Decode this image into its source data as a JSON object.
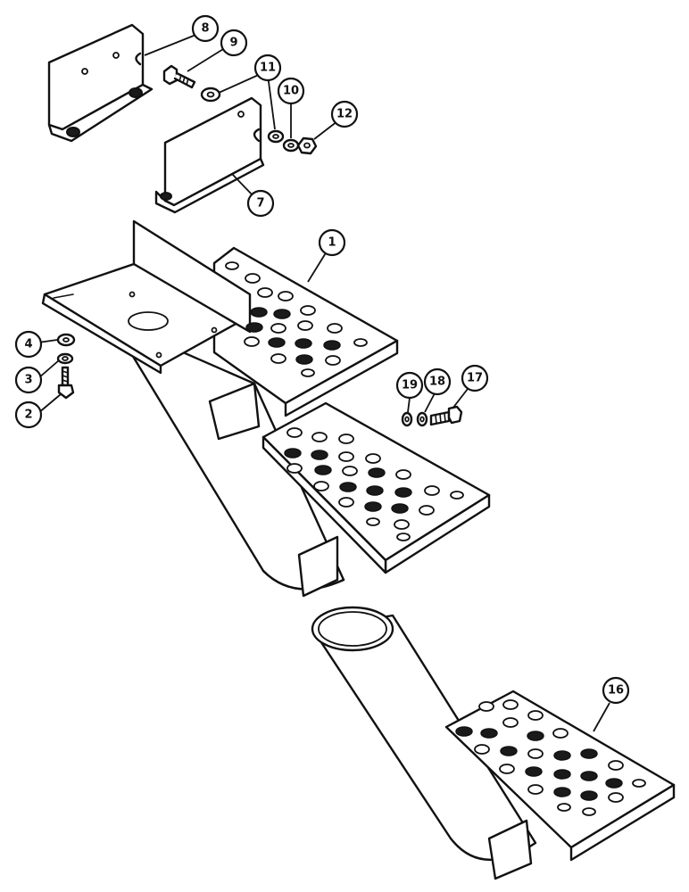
{
  "callouts": [
    {
      "id": "c8",
      "label": "8"
    },
    {
      "id": "c9",
      "label": "9"
    },
    {
      "id": "c11",
      "label": "11"
    },
    {
      "id": "c10",
      "label": "10"
    },
    {
      "id": "c12",
      "label": "12"
    },
    {
      "id": "c7",
      "label": "7"
    },
    {
      "id": "c1",
      "label": "1"
    },
    {
      "id": "c4",
      "label": "4"
    },
    {
      "id": "c3",
      "label": "3"
    },
    {
      "id": "c2",
      "label": "2"
    },
    {
      "id": "c19",
      "label": "19"
    },
    {
      "id": "c18",
      "label": "18"
    },
    {
      "id": "c17",
      "label": "17"
    },
    {
      "id": "c16",
      "label": "16"
    }
  ]
}
